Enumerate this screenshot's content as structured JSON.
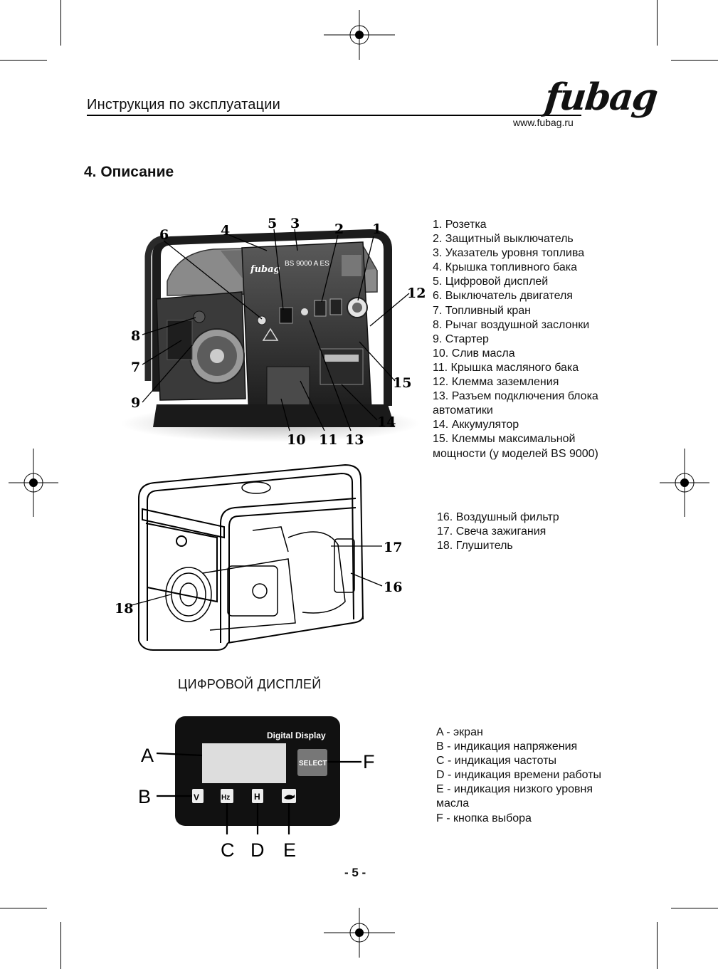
{
  "header": {
    "title": "Инструкция по эксплуатации",
    "logo": "fubag",
    "url": "www.fubag.ru"
  },
  "section": {
    "title": "4. Описание"
  },
  "parts_list_1": [
    "1. Розетка",
    "2. Защитный выключатель",
    "3. Указатель уровня топлива",
    "4. Крышка топливного бака",
    "5. Цифровой дисплей",
    "6. Выключатель двигателя",
    "7. Топливный кран",
    "8. Рычаг воздушной заслонки",
    "9. Стартер",
    "10. Слив масла",
    "11. Крышка масляного бака",
    "12. Клемма заземления",
    "13. Разъем подключения блока",
    "автоматики",
    "14. Аккумулятор",
    "15. Клеммы максимальной",
    "мощности (у моделей BS 9000)"
  ],
  "parts_list_2": [
    "16. Воздушный фильтр",
    "17. Свеча зажигания",
    "18. Глушитель"
  ],
  "figure1": {
    "panel_brand": "fubag",
    "panel_model": "BS 9000 A ES",
    "callouts": [
      "1",
      "2",
      "3",
      "4",
      "5",
      "6",
      "7",
      "8",
      "9",
      "10",
      "11",
      "12",
      "13",
      "14",
      "15"
    ]
  },
  "figure2": {
    "callouts": [
      "16",
      "17",
      "18"
    ]
  },
  "display_section": {
    "title": "ЦИФРОВОЙ ДИСПЛЕЙ",
    "panel_label": "Digital Display",
    "select_label": "SELECT",
    "indicators": [
      "V",
      "Hz",
      "H"
    ],
    "letters": [
      "A",
      "B",
      "C",
      "D",
      "E",
      "F"
    ],
    "legend": [
      "A - экран",
      "B - индикация напряжения",
      "C - индикация частоты",
      "D - индикация времени работы",
      "E - индикация низкого уровня",
      "масла",
      "F - кнопка выбора"
    ]
  },
  "page_number": "- 5 -"
}
